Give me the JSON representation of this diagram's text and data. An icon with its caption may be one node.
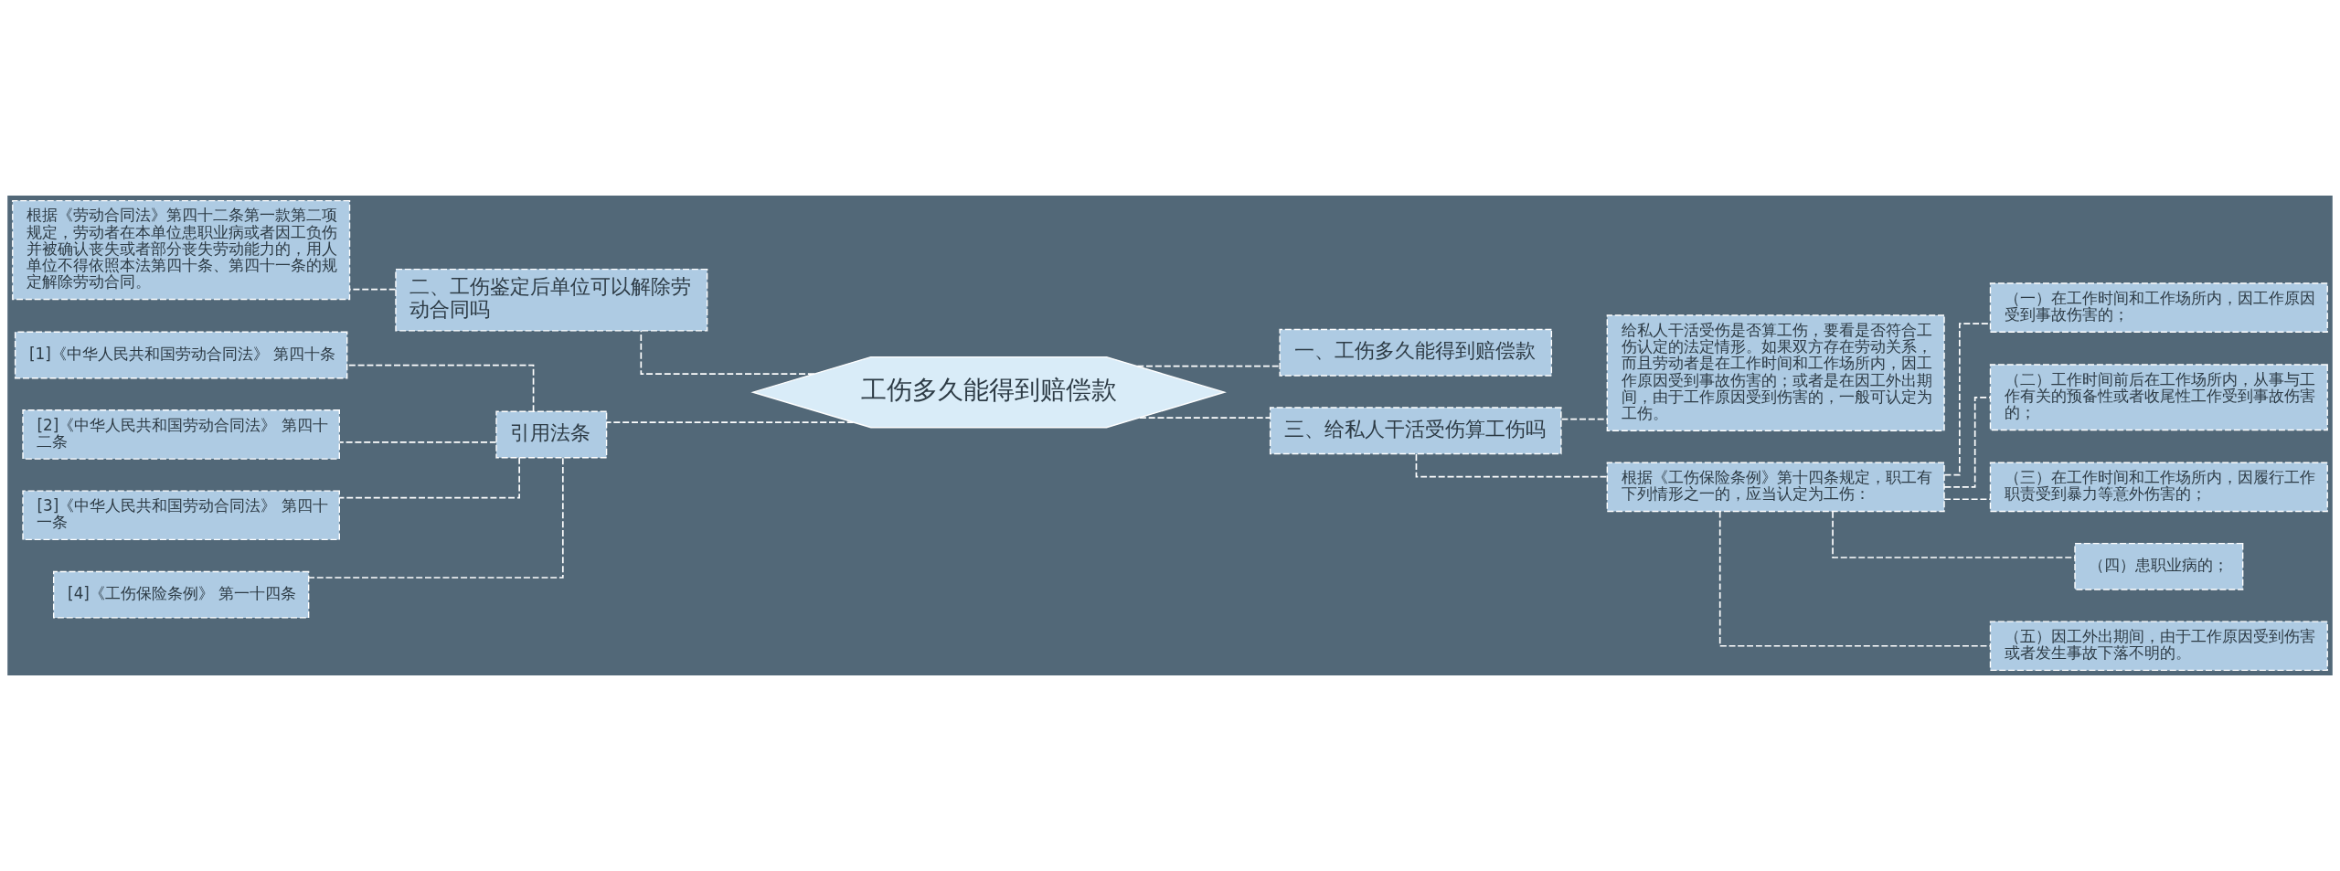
{
  "diagram": {
    "nodes": [
      {
        "text": [
          "工伤多久能得到赔偿款"
        ]
      },
      {
        "text": [
          "二、工伤鉴定后单位可以解除劳动合同吗"
        ]
      },
      {
        "text": [
          "根据《劳动合同法》第四十二条第一款第二项规定，劳动者在本单位患职业病或者因工负伤并被确认丧失或者部分丧失劳动能力的，用人单位不得依照本法第四十条、第四十一条的规定解除劳动合同。"
        ]
      },
      {
        "text": [
          "引用法条"
        ]
      },
      {
        "text": [
          "[1]《中华人民共和国劳动合同法》 第四十条"
        ]
      },
      {
        "text": [
          "[2]《中华人民共和国劳动合同法》 第四十二条"
        ]
      },
      {
        "text": [
          "[3]《中华人民共和国劳动合同法》 第四十一条"
        ]
      },
      {
        "text": [
          "[4]《工伤保险条例》 第一十四条"
        ]
      },
      {
        "text": [
          "一、工伤多久能得到赔偿款"
        ]
      },
      {
        "text": [
          "三、给私人干活受伤算工伤吗"
        ]
      },
      {
        "text": [
          "给私人干活受伤是否算工伤，要看是否符合工伤认定的法定情形。如果双方存在劳动关系，而且劳动者是在工作时间和工作场所内，因工作原因受到事故伤害的；或者是在因工外出期间，由于工作原因受到伤害的，一般可认定为工伤。"
        ]
      },
      {
        "text": [
          "根据《工伤保险条例》第十四条规定，职工有下列情形之一的，应当认定为工伤："
        ]
      },
      {
        "text": [
          "（一）在工作时间和工作场所内，因工作原因受到事故伤害的；"
        ]
      },
      {
        "text": [
          "（二）工作时间前后在工作场所内，从事与工作有关的预备性或者收尾性工作受到事故伤害的；"
        ]
      },
      {
        "text": [
          "（三）在工作时间和工作场所内，因履行工作职责受到暴力等意外伤害的；"
        ]
      },
      {
        "text": [
          "（四）患职业病的；"
        ]
      },
      {
        "text": [
          "（五）因工外出期间，由于工作原因受到伤害或者发生事故下落不明的。"
        ]
      }
    ],
    "edges": [
      {
        "from": 0,
        "to": 1,
        "arrow": "none"
      },
      {
        "from": 1,
        "to": 2,
        "arrow": "none"
      },
      {
        "from": 0,
        "to": 3,
        "arrow": "none"
      },
      {
        "from": 3,
        "to": 4,
        "arrow": "none"
      },
      {
        "from": 3,
        "to": 5,
        "arrow": "none"
      },
      {
        "from": 3,
        "to": 6,
        "arrow": "none"
      },
      {
        "from": 3,
        "to": 7,
        "arrow": "none"
      },
      {
        "from": 0,
        "to": 8,
        "arrow": "none"
      },
      {
        "from": 0,
        "to": 9,
        "arrow": "none"
      },
      {
        "from": 9,
        "to": 10,
        "arrow": "none"
      },
      {
        "from": 9,
        "to": 11,
        "arrow": "none"
      },
      {
        "from": 11,
        "to": 12,
        "arrow": "none"
      },
      {
        "from": 11,
        "to": 13,
        "arrow": "none"
      },
      {
        "from": 11,
        "to": 14,
        "arrow": "none"
      },
      {
        "from": 11,
        "to": 15,
        "arrow": "none"
      },
      {
        "from": 11,
        "to": 16,
        "arrow": "none"
      }
    ]
  }
}
